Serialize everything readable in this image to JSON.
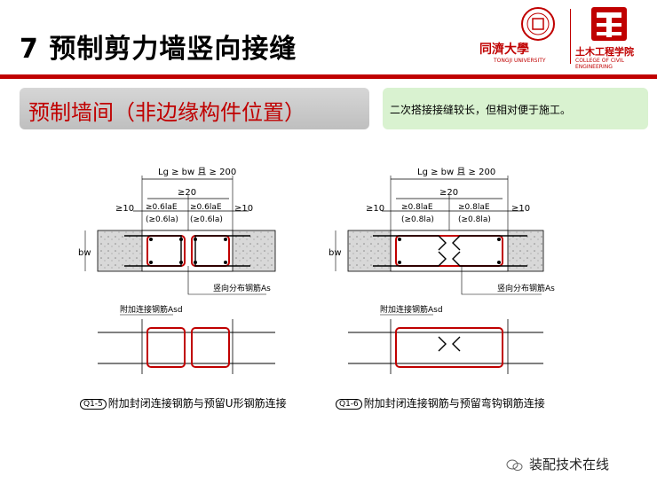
{
  "header": {
    "title": "7  预制剪力墙竖向接缝",
    "tongji_name": "同濟大學",
    "tongji_sub": "TONGJI UNIVERSITY",
    "college_name": "土木工程学院",
    "college_sub": "COLLEGE OF CIVIL ENGINEERING",
    "accent_color": "#c00000"
  },
  "subtitle": "预制墙间（非边缘构件位置）",
  "note": "二次搭接接缝较长，但相对便于施工。",
  "diagram_left": {
    "dim_top": "Lg ≥ bw 且 ≥ 200",
    "dim_mid": "≥20",
    "dim_left": "≥10",
    "dim_right": "≥10",
    "lap_left": "≥0.6laE",
    "lap_left2": "(≥0.6la)",
    "lap_right": "≥0.6laE",
    "lap_right2": "(≥0.6la)",
    "height_label": "bw",
    "rebar_label": "竖向分布钢筋As",
    "added_label": "附加连接钢筋Asd",
    "caption_badge": "Q1-5",
    "caption": "附加封闭连接钢筋与预留U形钢筋连接"
  },
  "diagram_right": {
    "dim_top": "Lg ≥ bw 且 ≥ 200",
    "dim_mid": "≥20",
    "dim_left": "≥10",
    "dim_right": "≥10",
    "lap_left": "≥0.8laE",
    "lap_left2": "(≥0.8la)",
    "lap_right": "≥0.8laE",
    "lap_right2": "(≥0.8la)",
    "height_label": "bw",
    "rebar_label": "竖向分布钢筋As",
    "added_label": "附加连接钢筋Asd",
    "caption_badge": "Q1-6",
    "caption": "附加封闭连接钢筋与预留弯钩钢筋连接"
  },
  "footer": {
    "text": "装配技术在线",
    "icon": "wechat-icon"
  }
}
